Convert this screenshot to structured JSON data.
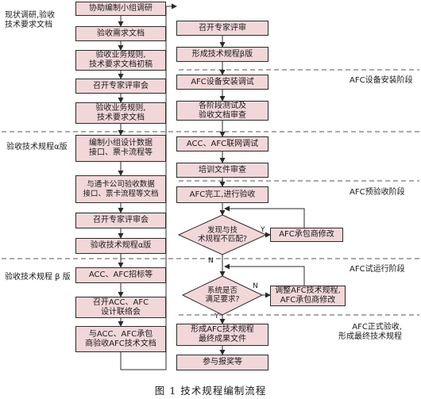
{
  "left_column": {
    "research": "协助编制小组调研",
    "acceptance_doc": "验收需求文档",
    "rules_draft": "验收业务规则,\n技术要求文档初稿",
    "review_1": "召开专家评审会",
    "rules_docs": "验收业务规则,\n技术要求文档",
    "data_interface": "编制小组设计数据\n接口、票卡流程等",
    "ticket_docs": "与通卡公司验收数据\n接口、票卡流程等文档",
    "review_2": "召开专家评审会",
    "alpha_version": "验收技术规程α版",
    "bidding": "ACC、AFC招标等",
    "liaison": "召开ACC、AFC\n设计联络会",
    "vendor_docs": "与ACC、AFC承包\n商验收AFC技术文档"
  },
  "right_column": {
    "review": "召开专家评审",
    "beta_version": "形成技术规程β版",
    "install_debug": "AFC设备安装调试",
    "stage_tests": "各阶段测试及\n验收文档审查",
    "network_debug": "ACC、AFC联网调试",
    "training_review": "培训文件审查",
    "afc_complete": "AFC完工,进行验收",
    "mismatch_decision": "发现与技\n术规程不匹配?",
    "vendor_modify": "AFC承包商修改",
    "meet_decision": "系统是否\n满足要求?",
    "adjust_rules": "调整AFC技术规程,\nAFC承包商修改",
    "final_docs": "形成AFC技术规程\n最终成果文件",
    "awards": "参与报奖等"
  },
  "side_labels": {
    "research_docs": "现状调研,验收\n技术要求文档",
    "alpha": "验收技术规程α版",
    "beta": "验收技术规程 β 版"
  },
  "phases": {
    "install": "AFC设备安装阶段",
    "pre_accept": "AFC预验收阶段",
    "trial": "AFC试运行阶段",
    "formal": "AFC正式验收,\n形成最终技术规程"
  },
  "flow_labels": {
    "yes": "Y",
    "no": "N"
  },
  "caption": "图 1   技术规程编制流程",
  "colors": {
    "box_fill": "#f2d7d9",
    "line": "#2b2b2b"
  }
}
